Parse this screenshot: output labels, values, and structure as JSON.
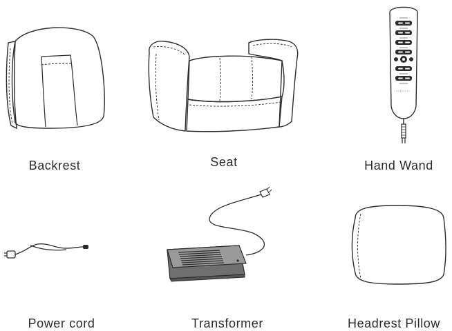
{
  "parts": [
    {
      "id": "backrest",
      "label": "Backrest"
    },
    {
      "id": "seat",
      "label": "Seat"
    },
    {
      "id": "hand_wand",
      "label": "Hand Wand"
    },
    {
      "id": "power_cord",
      "label": "Power cord"
    },
    {
      "id": "transformer",
      "label": "Transformer"
    },
    {
      "id": "headrest_pillow",
      "label": "Headrest Pillow"
    }
  ],
  "colors": {
    "line": "#2b2b2b",
    "transformer_body": "#6f6f6f",
    "transformer_top": "#9a9a9a"
  }
}
